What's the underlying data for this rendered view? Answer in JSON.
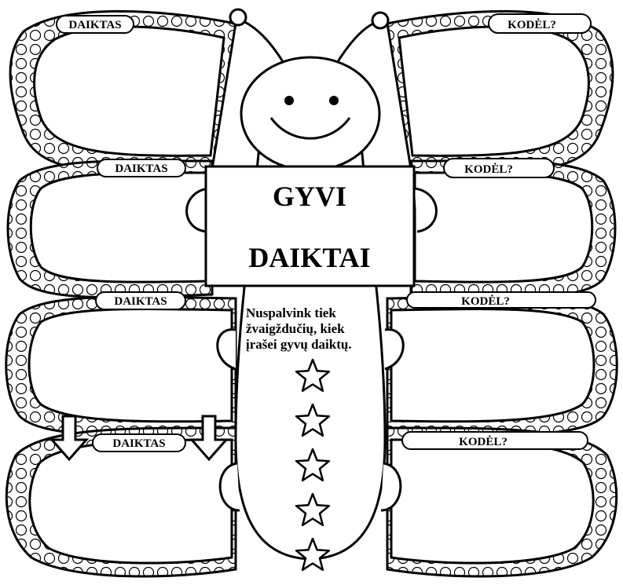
{
  "sign": {
    "line1": "GYVI",
    "line2": "DAIKTAI"
  },
  "instruction": {
    "line1": "Nuspalvink tiek",
    "line2": "žvaigždučių, kiek",
    "line3": "įrašei gyvų daiktų."
  },
  "labels": {
    "left": [
      "DAIKTAS",
      "DAIKTAS",
      "DAIKTAS",
      "DAIKTAS"
    ],
    "right": [
      "KODĖL?",
      "KODĖL?",
      "KODĖL?",
      "KODĖL?"
    ]
  },
  "stars": {
    "total": 5,
    "filled": 0
  },
  "colors": {
    "ink": "#000000",
    "paper": "#ffffff"
  }
}
